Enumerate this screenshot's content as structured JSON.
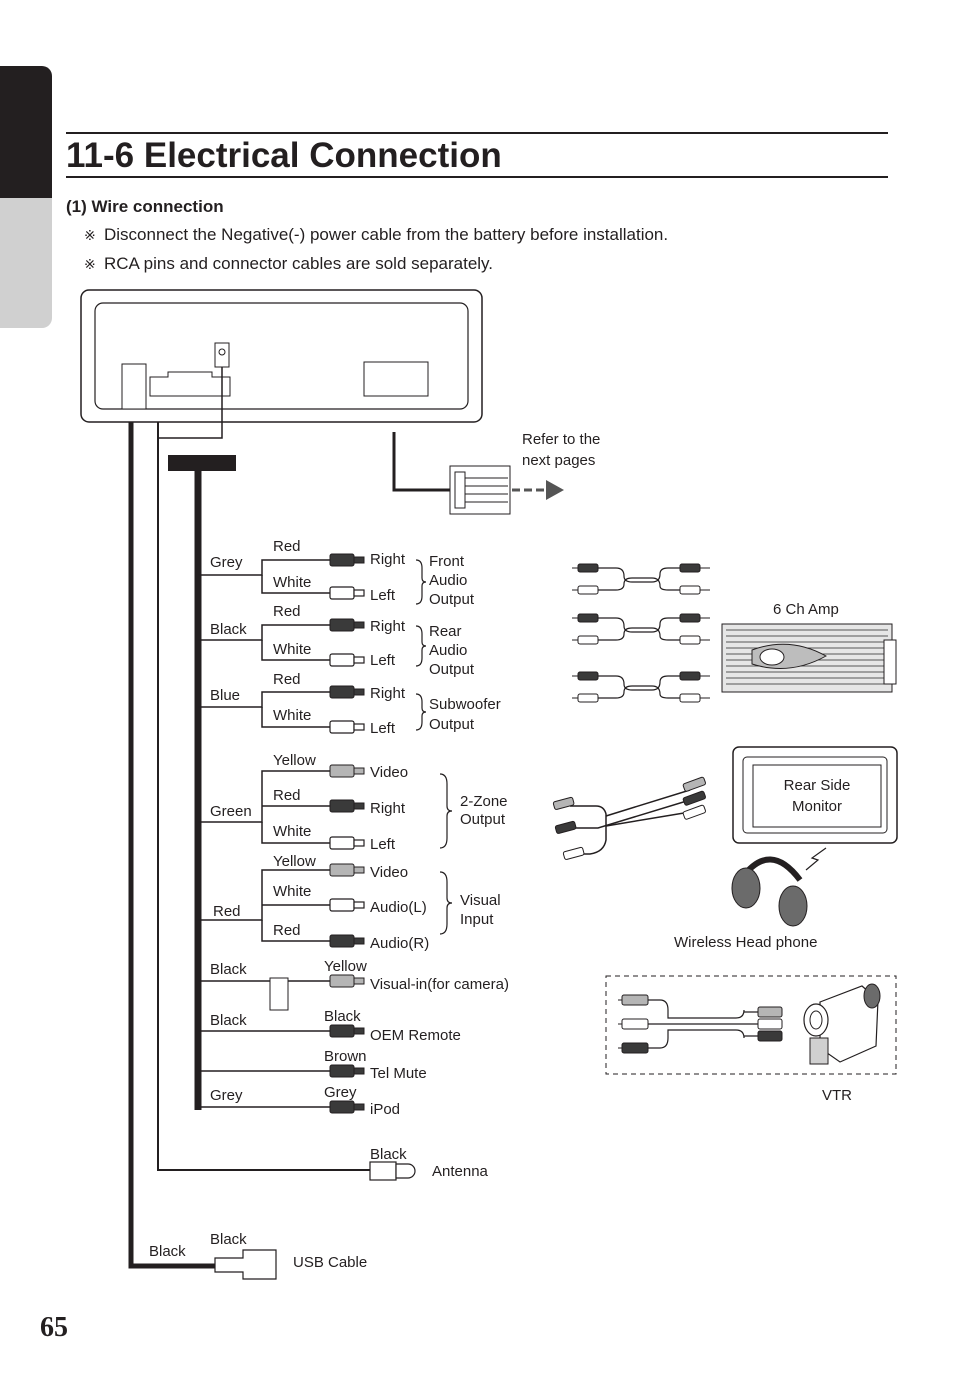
{
  "page": {
    "title": "11-6 Electrical Connection",
    "subtitle": "(1) Wire connection",
    "notes": [
      {
        "mark": "※",
        "text": "Disconnect the Negative(-) power cable from the battery before installation."
      },
      {
        "mark": "※",
        "text": "RCA pins and connector cables are sold separately."
      }
    ],
    "page_number": "65"
  },
  "diagram": {
    "refer": [
      "Refer to the",
      "next pages"
    ],
    "groups": {
      "front": {
        "wire": "Grey",
        "colors": [
          "Red",
          "White"
        ],
        "pins": [
          "Right",
          "Left"
        ],
        "label": [
          "Front",
          "Audio",
          "Output"
        ]
      },
      "rear": {
        "wire": "Black",
        "colors": [
          "Red",
          "White"
        ],
        "pins": [
          "Right",
          "Left"
        ],
        "label": [
          "Rear",
          "Audio",
          "Output"
        ]
      },
      "sub": {
        "wire": "Blue",
        "colors": [
          "Red",
          "White"
        ],
        "pins": [
          "Right",
          "Left"
        ],
        "label": [
          "Subwoofer",
          "Output"
        ]
      },
      "zone": {
        "wire": "Green",
        "colors": [
          "Yellow",
          "Red",
          "White"
        ],
        "pins": [
          "Video",
          "Right",
          "Left"
        ],
        "label": [
          "2-Zone",
          "Output"
        ]
      },
      "visual": {
        "wire": "Red",
        "colors": [
          "Yellow",
          "White",
          "Red"
        ],
        "pins": [
          "Video",
          "Audio(L)",
          "Audio(R)"
        ],
        "label": [
          "Visual",
          "Input"
        ]
      }
    },
    "camera": {
      "wire": "Black",
      "color": "Yellow",
      "label": "Visual-in(for camera)"
    },
    "oem": {
      "wire": "Black",
      "color": "Black",
      "label": "OEM Remote"
    },
    "telmute": {
      "color": "Brown",
      "label": "Tel Mute"
    },
    "ipod": {
      "wire": "Grey",
      "color": "Grey",
      "label": "iPod"
    },
    "antenna": {
      "color": "Black",
      "label": "Antenna"
    },
    "usb": {
      "wire": "Black",
      "color": "Black",
      "label": "USB Cable"
    },
    "devices": {
      "amp": "6 Ch Amp",
      "monitor": [
        "Rear Side",
        "Monitor"
      ],
      "headphone": "Wireless Head phone",
      "vtr": "VTR"
    }
  }
}
